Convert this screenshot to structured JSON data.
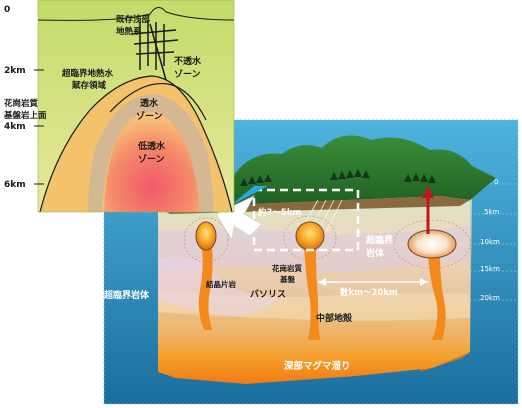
{
  "inset": {
    "depth_labels": [
      "0",
      "2km",
      "4km",
      "6km"
    ],
    "existing_system": [
      "既存浅部",
      "地熱系"
    ],
    "impermeable_zone": [
      "不透水",
      "ゾーン"
    ],
    "supercritical_reservoir": [
      "超臨界地熱水",
      "賦存領域"
    ],
    "granite_surface": [
      "花崗岩質",
      "基盤岩上面"
    ],
    "permeable_zone": [
      "透水",
      "ゾーン"
    ],
    "low_permeable_zone": [
      "低透水",
      "ゾーン"
    ]
  },
  "block": {
    "depth_labels": [
      "0",
      "5km",
      "10km",
      "15km",
      "20km"
    ],
    "spacing_near": "約3〜5km",
    "spacing_wide": "数km〜20km",
    "supercritical_body_right": [
      "超臨界",
      "岩体"
    ],
    "supercritical_body_left": "超臨界岩体",
    "crystalline_schist": "結晶片岩",
    "batholith": "バソリス",
    "granite_basement": [
      "花崗岩質",
      "基盤"
    ],
    "middle_crust": "中部地殻",
    "deep_magma": "深部マグマ溜り"
  },
  "colors": {
    "ocean_top": "#4fb3dd",
    "ocean_bottom": "#1a6f9e",
    "inset_bg": "#cfe082",
    "inset_ellipse_outer": "#f4c26a",
    "inset_core": "#ee6a6e",
    "magma": "#f28a1c",
    "highlight_arrow": "#2aa8dc"
  }
}
